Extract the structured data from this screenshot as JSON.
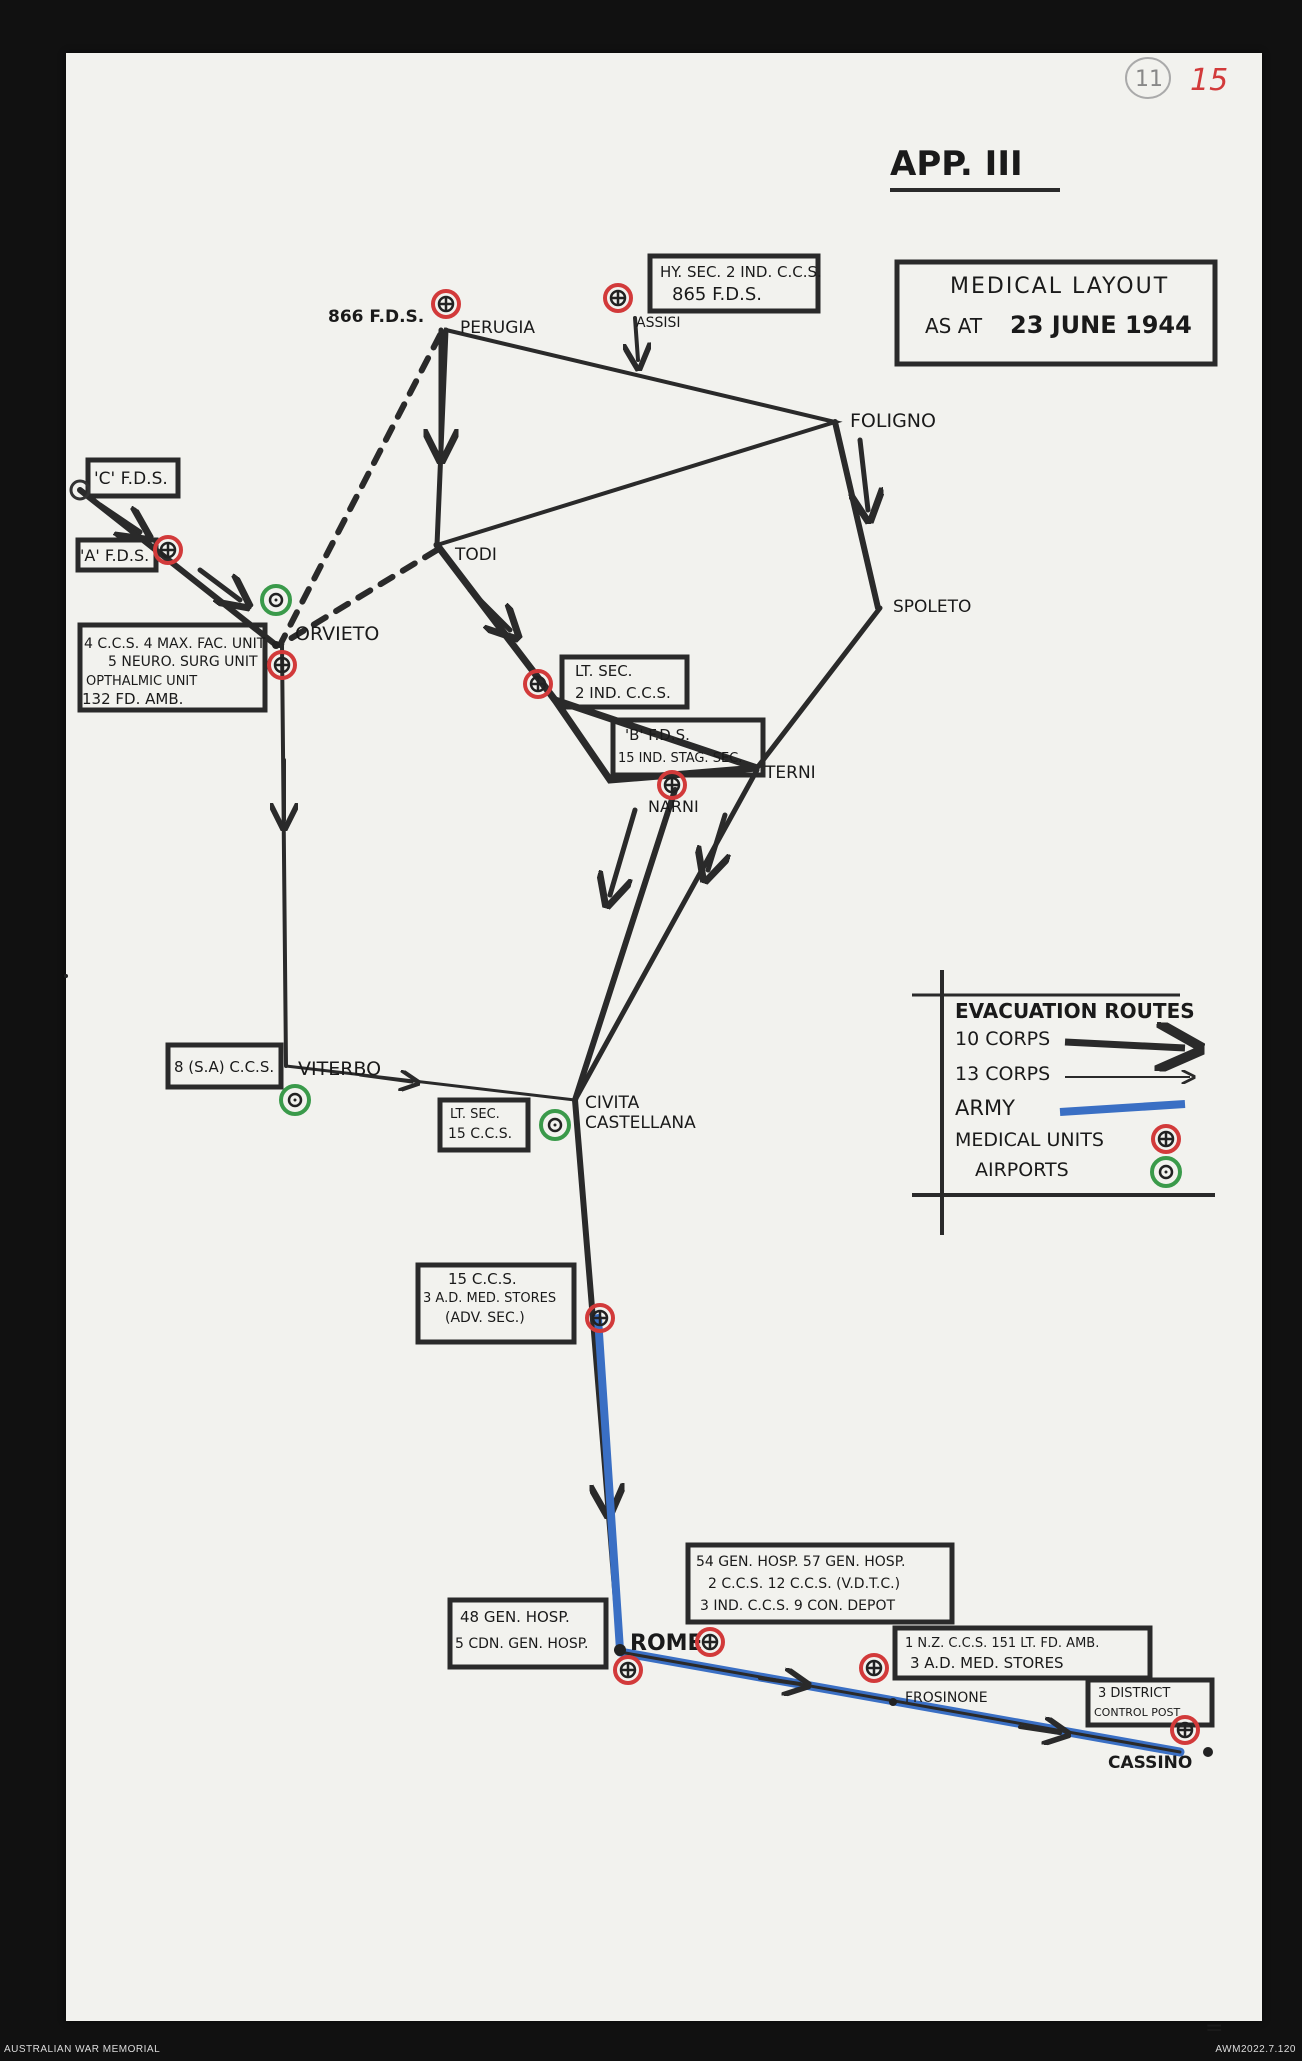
{
  "annotation": {
    "circled": "11",
    "page_number": "15",
    "tally": "="
  },
  "title": {
    "appendix": "APP. III",
    "line1": "MEDICAL LAYOUT",
    "line2_prefix": "AS AT",
    "line2_date": "23 JUNE 1944"
  },
  "places": {
    "perugia": "PERUGIA",
    "assisi": "ASSISI",
    "foligno": "FOLIGNO",
    "todi": "TODI",
    "spoleto": "SPOLETO",
    "orvieto": "ORVIETO",
    "terni": "TERNI",
    "narni": "NARNI",
    "viterbo": "VITERBO",
    "civita1": "CIVITA",
    "civita2": "CASTELLANA",
    "rome": "ROME",
    "frosinone": "FROSINONE",
    "cassino": "CASSINO"
  },
  "unit_labels": {
    "fds866": "866 F.D.S.",
    "assisi_l1": "HY. SEC. 2 IND. C.C.S.",
    "assisi_l2": "865 F.D.S.",
    "c_fds": "'C' F.D.S.",
    "a_fds": "'A' F.D.S.",
    "orvieto_l1": "4 C.C.S. 4 MAX. FAC. UNIT",
    "orvieto_l2": "5 NEURO. SURG UNIT",
    "orvieto_l3": "OPTHALMIC UNIT",
    "orvieto_l4": "132 FD. AMB.",
    "lt_l1": "LT. SEC.",
    "lt_l2": "2 IND. C.C.S.",
    "b_l1": "'B' F.D.S.",
    "b_l2": "15 IND. STAG. SEC.",
    "viterbo_box": "8 (S.A) C.C.S.",
    "civ_l1": "LT. SEC.",
    "civ_l2": "15 C.C.S.",
    "ccs15_l1": "15 C.C.S.",
    "ccs15_l2": "3 A.D. MED. STORES",
    "ccs15_l3": "(ADV. SEC.)",
    "gen_l1": "48 GEN. HOSP.",
    "gen_l2": "5 CDN. GEN. HOSP.",
    "rome_l1": "54 GEN. HOSP. 57 GEN. HOSP.",
    "rome_l2": "2 C.C.S.   12 C.C.S. (V.D.T.C.)",
    "rome_l3": "3 IND. C.C.S.  9 CON. DEPOT",
    "nz_l1": "1 N.Z. C.C.S.  151 LT. FD. AMB.",
    "nz_l2": "3 A.D. MED. STORES",
    "dist_l1": "3 DISTRICT",
    "dist_l2": "CONTROL POST"
  },
  "legend": {
    "title": "EVACUATION ROUTES",
    "corps10": "10 CORPS",
    "corps13": "13 CORPS",
    "army": "ARMY",
    "medical": "MEDICAL UNITS",
    "airports": "AIRPORTS"
  },
  "colors": {
    "paper": "#f2f2ee",
    "route": "#2a2a2a",
    "army": "#3a6fc4",
    "medical": "#d23a3a",
    "airport": "#3a9a4a"
  },
  "footer": {
    "left": "AUSTRALIAN WAR MEMORIAL",
    "right": "AWM2022.7.120"
  }
}
